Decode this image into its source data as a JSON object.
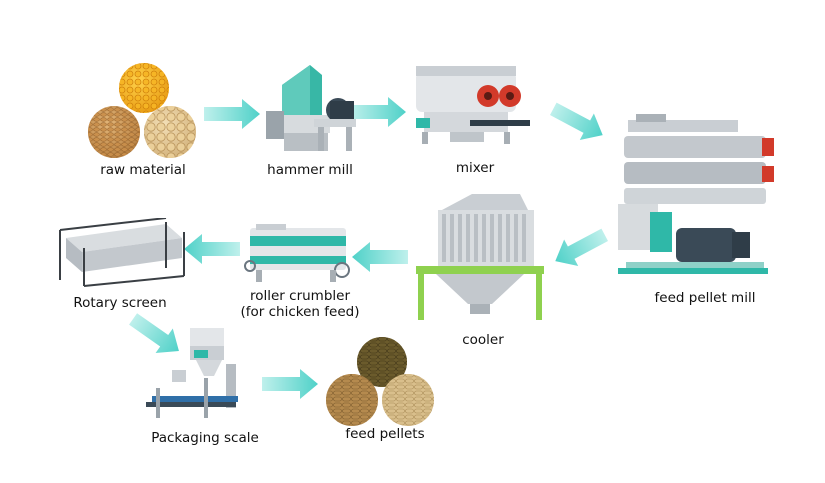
{
  "diagram": {
    "steps": [
      {
        "id": "raw_material",
        "label": "raw material"
      },
      {
        "id": "hammer_mill",
        "label": "hammer mill"
      },
      {
        "id": "mixer",
        "label": "mixer"
      },
      {
        "id": "feed_pellet_mill",
        "label": "feed pellet mill"
      },
      {
        "id": "cooler",
        "label": "cooler"
      },
      {
        "id": "roller_crumbler",
        "label": "roller crumbler",
        "sublabel": "(for chicken feed)"
      },
      {
        "id": "rotary_screen",
        "label": "Rotary screen"
      },
      {
        "id": "packaging_scale",
        "label": "Packaging scale"
      },
      {
        "id": "feed_pellets",
        "label": "feed pellets"
      }
    ],
    "arrows": [
      {
        "from": "raw_material",
        "to": "hammer_mill"
      },
      {
        "from": "hammer_mill",
        "to": "mixer"
      },
      {
        "from": "mixer",
        "to": "feed_pellet_mill"
      },
      {
        "from": "feed_pellet_mill",
        "to": "cooler"
      },
      {
        "from": "cooler",
        "to": "roller_crumbler"
      },
      {
        "from": "roller_crumbler",
        "to": "rotary_screen"
      },
      {
        "from": "rotary_screen",
        "to": "packaging_scale"
      },
      {
        "from": "packaging_scale",
        "to": "feed_pellets"
      }
    ],
    "colors": {
      "arrow": "#5fd6cf",
      "machine_teal": "#2fb8a8",
      "machine_silver": "#c9ced3",
      "machine_red": "#d23a2a",
      "cooler_frame": "#8fd14f",
      "motor_dark": "#3a4a57"
    }
  }
}
